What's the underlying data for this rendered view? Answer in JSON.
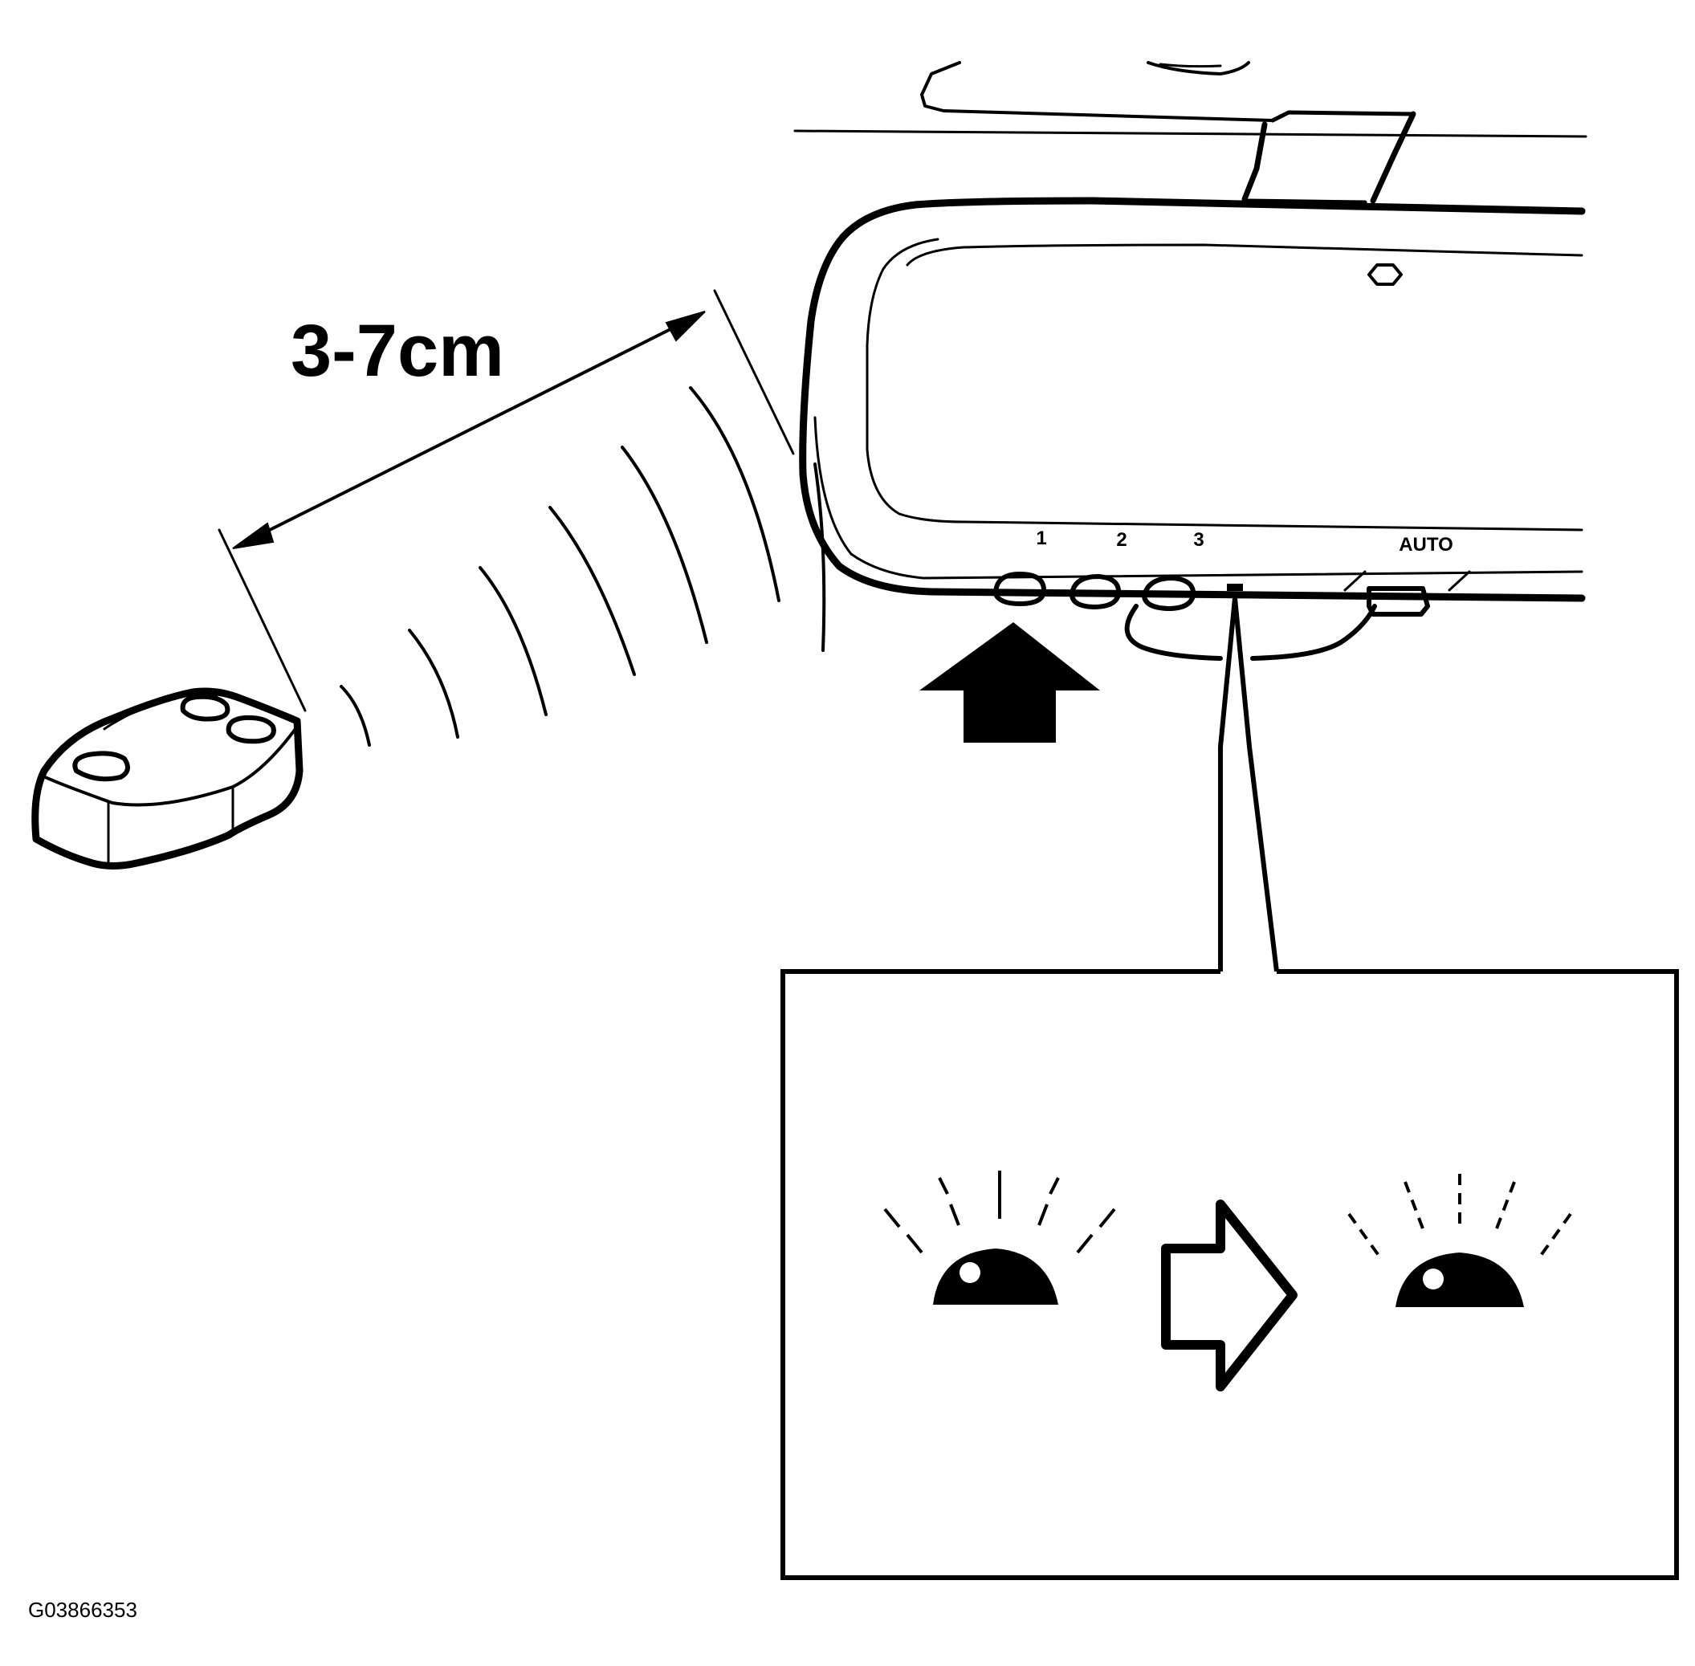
{
  "diagram": {
    "distance_label": "3-7cm",
    "mirror_button_labels": [
      "1",
      "2",
      "3",
      "AUTO"
    ],
    "figure_code": "G03866353"
  },
  "icons": {
    "remote": "garage-door-remote-icon",
    "mirror": "rearview-mirror-icon",
    "press_arrow": "up-arrow-icon",
    "lamp_before": "indicator-lamp-bright-icon",
    "lamp_after": "indicator-lamp-flashing-icon",
    "transition": "right-arrow-icon"
  },
  "colors": {
    "ink": "#000000",
    "paper": "#ffffff"
  }
}
